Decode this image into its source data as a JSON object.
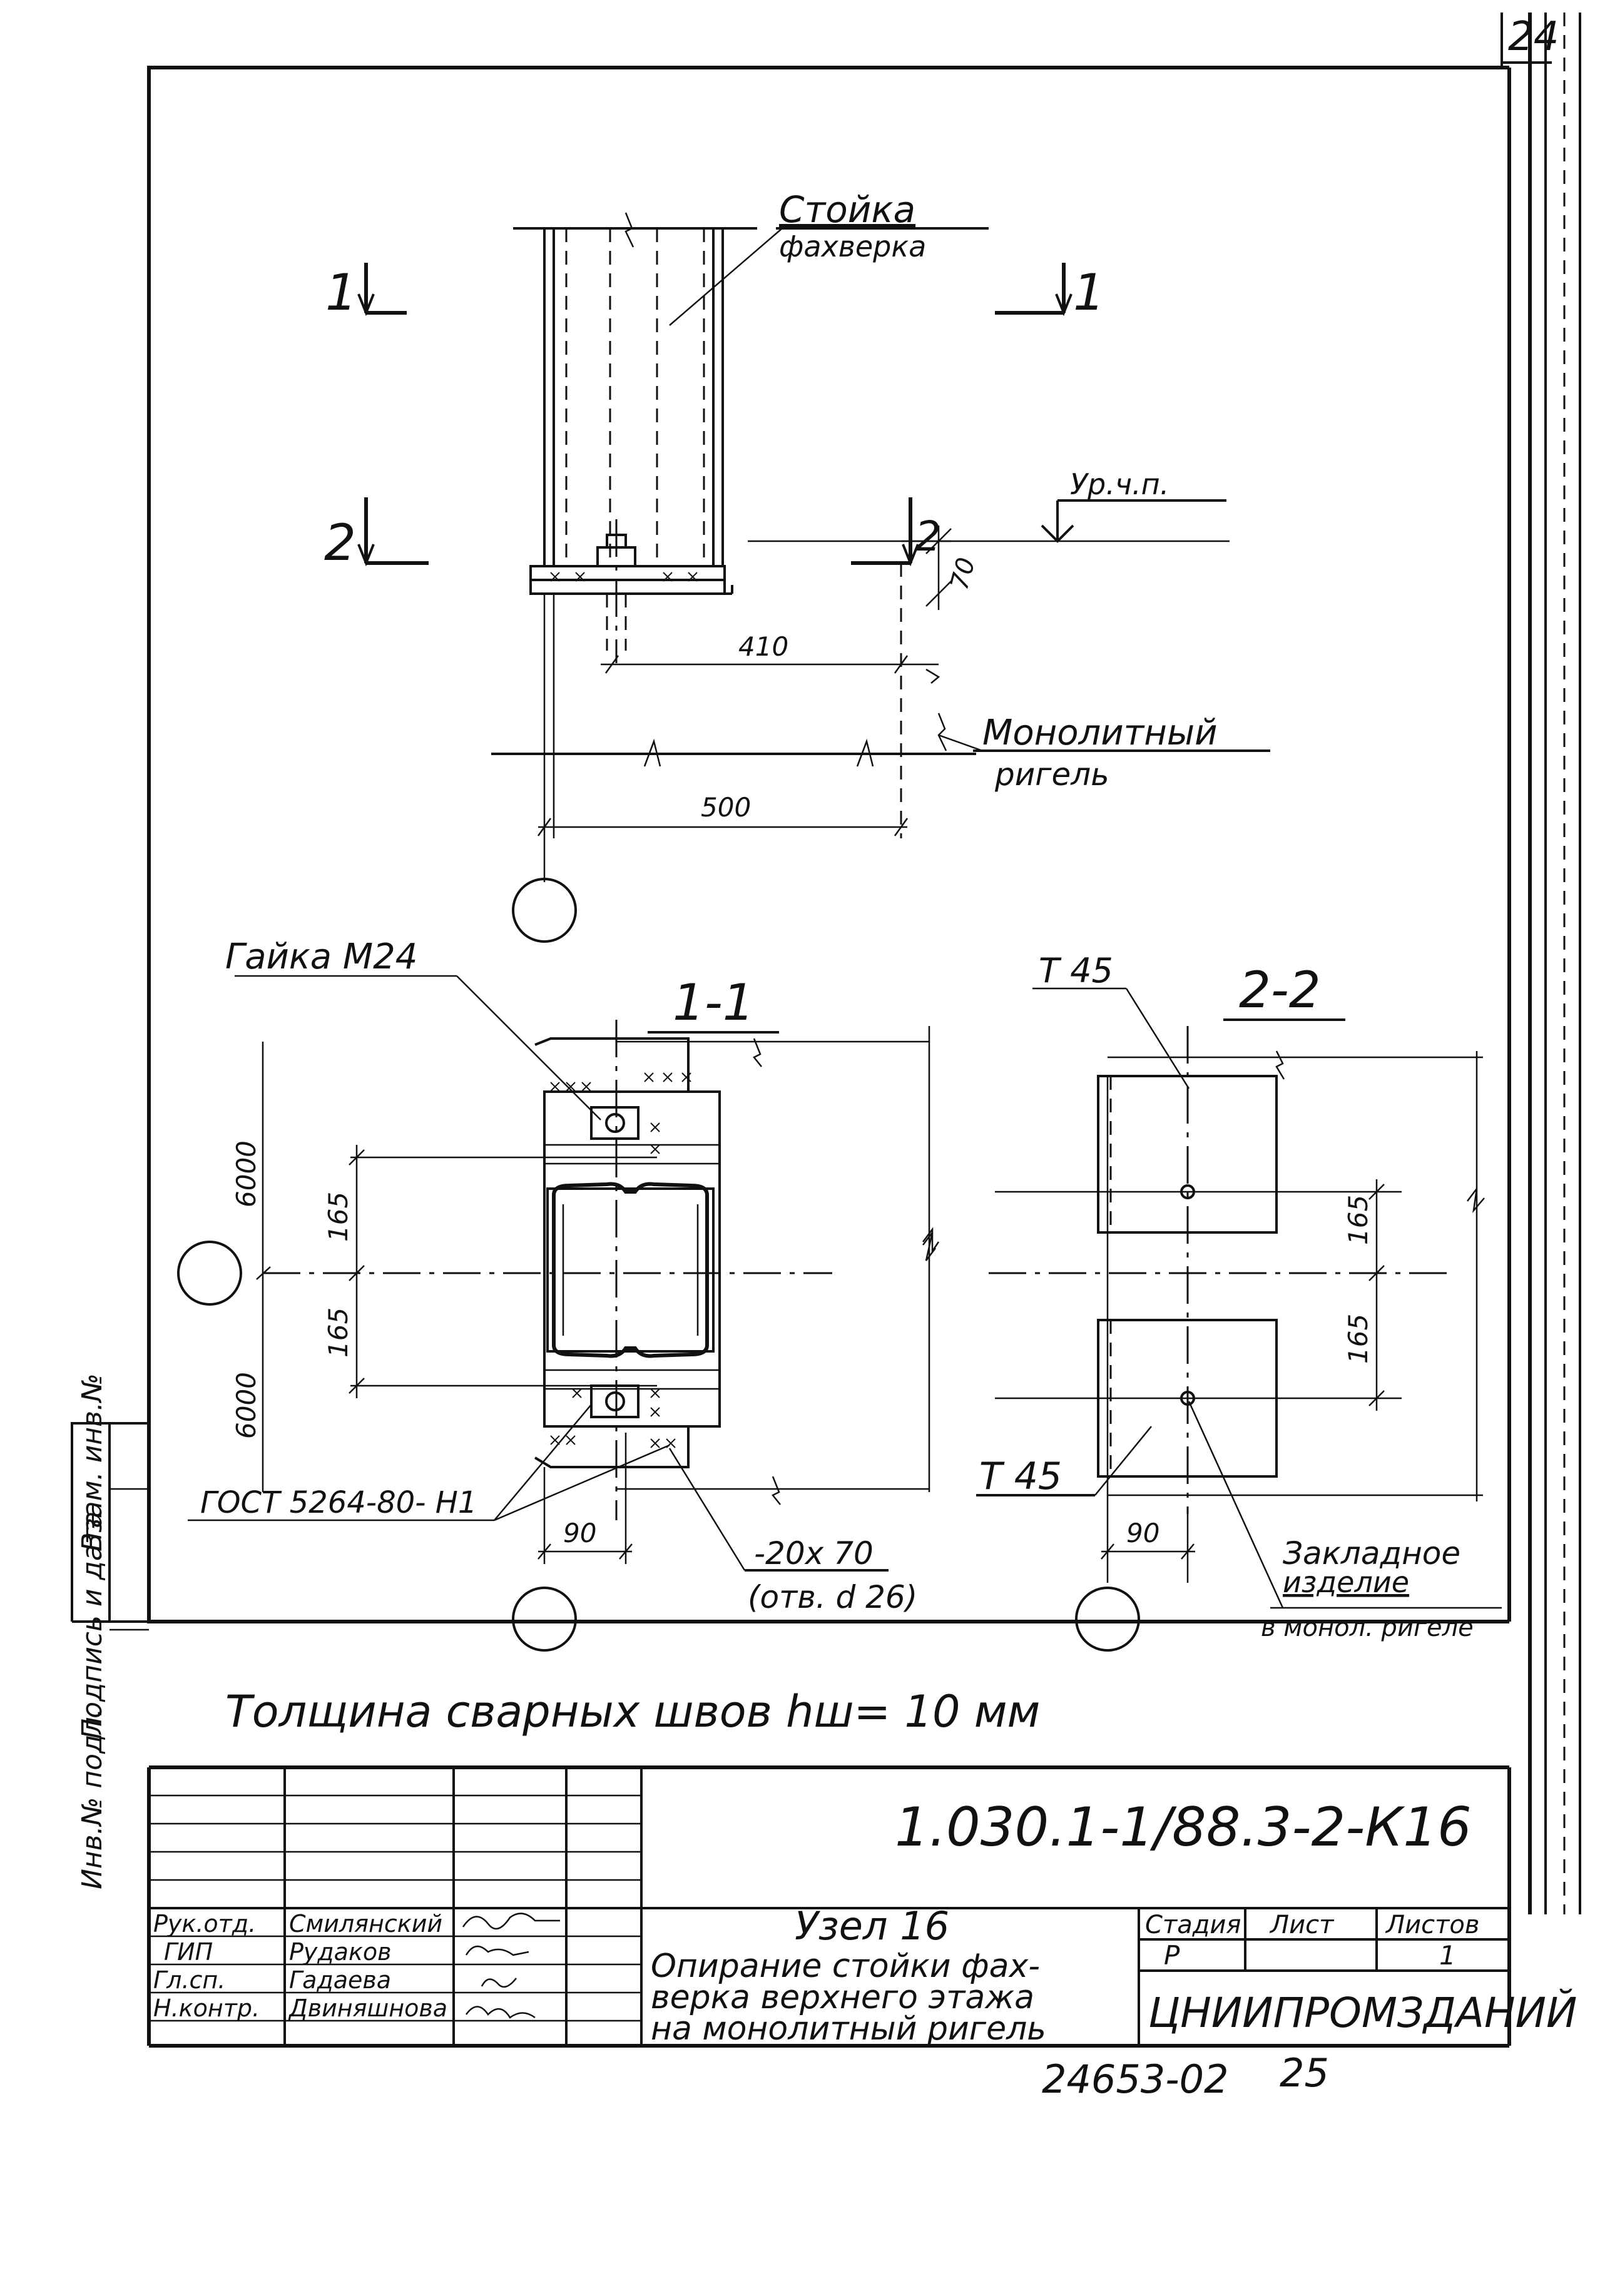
{
  "sheet": {
    "page_number": "24",
    "title_stoyka_1": "Стойка",
    "title_stoyka_2": "фахверка",
    "section_mark_1": "1",
    "section_mark_2": "2",
    "level_label": "Ур.ч.п.",
    "dim_70": "70",
    "dim_410": "410",
    "dim_500": "500",
    "monolit_label_1": "Монолитный",
    "monolit_label_2": "ригель",
    "gaika_label": "Гайка М24",
    "section_1_1": "1-1",
    "section_2_2": "2-2",
    "t45_top": "Т 45",
    "t45_bottom": "Т 45",
    "dim_6000_top": "6000",
    "dim_6000_bottom": "6000",
    "dim_165_a": "165",
    "dim_165_b": "165",
    "dim_165_c": "165",
    "dim_165_d": "165",
    "gost_label": "ГОСТ 5264-80- Н1",
    "dim_90_left": "90",
    "dim_90_right": "90",
    "plate_label_1": "-20х 70",
    "plate_label_2": "(отв. d 26)",
    "embedded_1": "Закладное",
    "embedded_2": "изделие",
    "embedded_3": "в монол. ригеле",
    "weld_note": "Толщина сварных швов hш= 10 мм",
    "doc_code": "1.030.1-1/88.3-2-К16",
    "node_title": "Узел 16",
    "node_desc_1": "Опирание стойки фах-",
    "node_desc_2": "верка верхнего этажа",
    "node_desc_3": "на монолитный ригель",
    "col_stage": "Стадия",
    "col_sheet": "Лист",
    "col_sheets": "Листов",
    "stage_value": "Р",
    "sheets_value": "1",
    "org": "ЦНИИПРОМЗДАНИЙ",
    "archive_no": "24653-02",
    "archive_page": "25",
    "side_label_1": "Взам. инв.№",
    "side_label_2": "Подпись и дата",
    "side_label_3": "Инв.№ подл.",
    "staff": [
      {
        "role": "Рук.отд.",
        "name": "Смилянский"
      },
      {
        "role": "ГИП",
        "name": "Рудаков"
      },
      {
        "role": "Гл.сп.",
        "name": "Гадаева"
      },
      {
        "role": "Н.контр.",
        "name": "Двиняшнова"
      }
    ]
  }
}
